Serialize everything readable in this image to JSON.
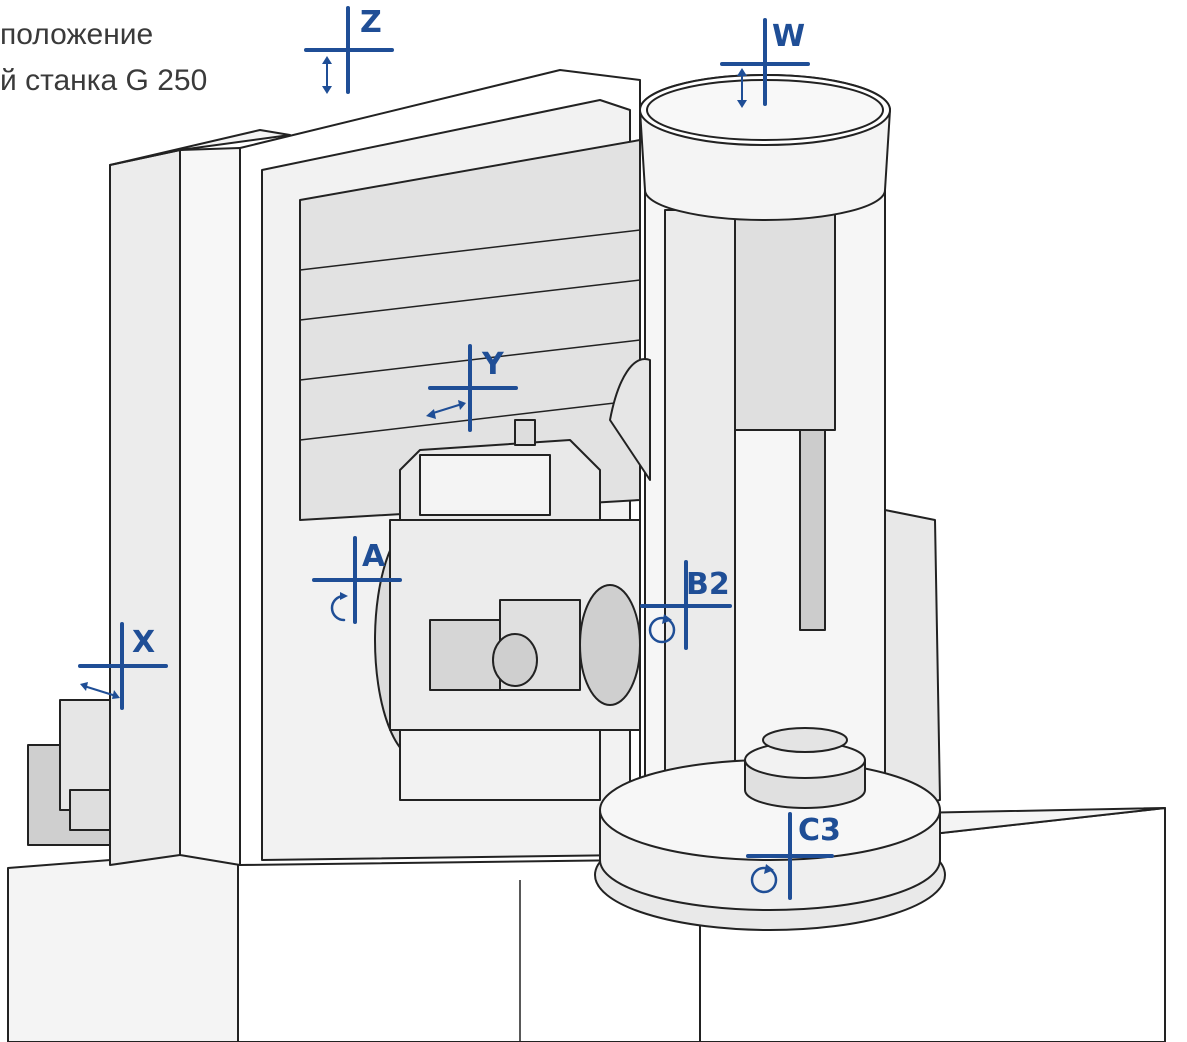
{
  "caption": {
    "line1": "положение",
    "line2": "й станка G 250"
  },
  "axes": [
    {
      "id": "z",
      "label": "Z",
      "motion": "linear-vertical"
    },
    {
      "id": "w",
      "label": "W",
      "motion": "linear-vertical"
    },
    {
      "id": "y",
      "label": "Y",
      "motion": "linear-horizontal"
    },
    {
      "id": "a",
      "label": "A",
      "motion": "rotary"
    },
    {
      "id": "b2",
      "label": "B2",
      "motion": "rotary"
    },
    {
      "id": "x",
      "label": "X",
      "motion": "linear-horizontal"
    },
    {
      "id": "c3",
      "label": "C3",
      "motion": "rotary"
    }
  ],
  "colors": {
    "axis_blue": "#1f4e96",
    "caption_gray": "#3a3a3a",
    "line_dark": "#222222",
    "fill_light": "#f4f4f4",
    "fill_mid": "#e6e6e6",
    "fill_dark": "#cfcfcf"
  }
}
